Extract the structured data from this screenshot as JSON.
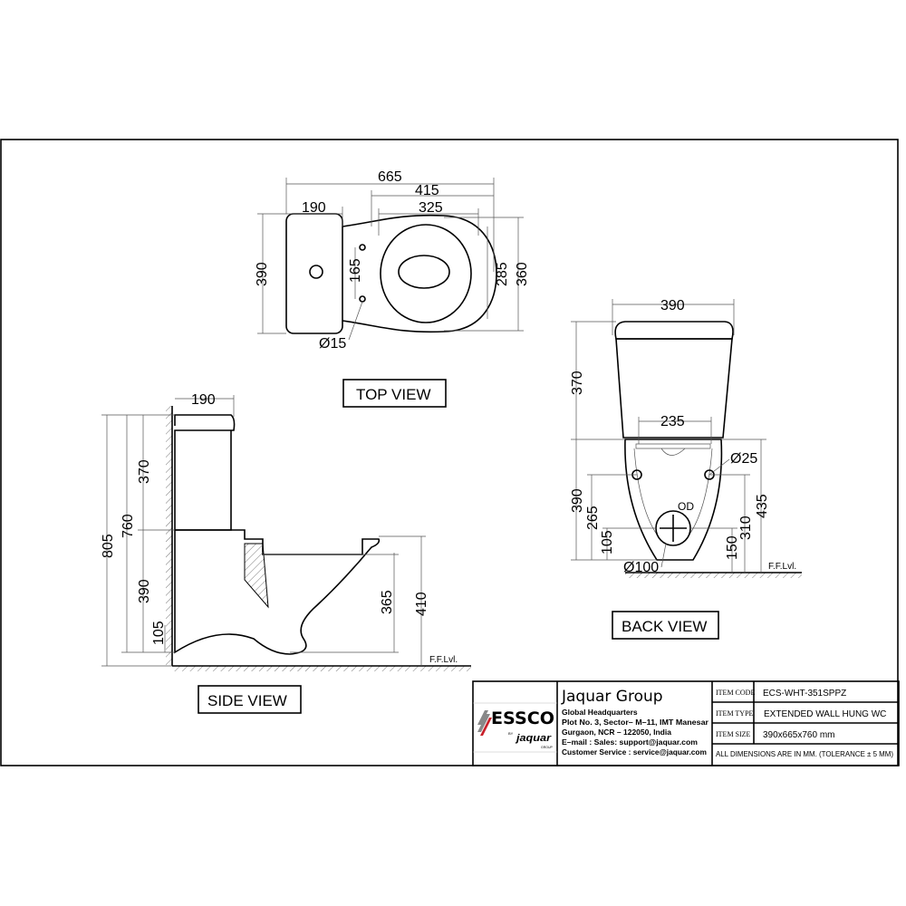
{
  "views": {
    "top": {
      "label": "TOP VIEW",
      "dims": {
        "overall_length": "665",
        "tank_depth": "190",
        "bowl_length": "415",
        "seat_length": "325",
        "tank_width": "390",
        "hole_spacing": "165",
        "seat_width": "285",
        "bowl_width": "360",
        "hole_diameter": "Ø15"
      }
    },
    "side": {
      "label": "SIDE VIEW",
      "dims": {
        "tank_depth": "190",
        "total_height": "805",
        "height_760": "760",
        "tank_height": "370",
        "bowl_height": "390",
        "bottom_105": "105",
        "rim_365": "365",
        "rim_410": "410"
      },
      "floor": "F.F.Lvl."
    },
    "back": {
      "label": "BACK VIEW",
      "dims": {
        "tank_width": "390",
        "tank_height": "370",
        "hole_spacing": "235",
        "fixing_hole": "Ø25",
        "body_height": "390",
        "height_265": "265",
        "height_105": "105",
        "outlet_label": "OD",
        "outlet_diameter": "Ø100",
        "height_150": "150",
        "height_310": "310",
        "height_435": "435"
      },
      "floor": "F.F.Lvl."
    }
  },
  "title_block": {
    "logo_text": "ESSCO",
    "logo_by": "BY",
    "logo_sub": "jaquar",
    "logo_group": "GROUP",
    "company": "Jaquar Group",
    "address": [
      "Global Headquarters",
      "Plot No. 3, Sector– M–11, IMT Manesar",
      "Gurgaon, NCR – 122050, India",
      "E–mail : Sales: support@jaquar.com",
      "Customer Service : service@jaquar.com"
    ],
    "fields": [
      {
        "key": "ITEM CODE",
        "value": "ECS-WHT-351SPPZ"
      },
      {
        "key": "ITEM TYPE",
        "value": "EXTENDED WALL HUNG WC"
      },
      {
        "key": "ITEM SIZE",
        "value": "390x665x760 mm"
      }
    ],
    "note": "ALL DIMENSIONS ARE IN MM. (TOLERANCE ± 5 MM)",
    "logo_red": "#c8202a"
  }
}
